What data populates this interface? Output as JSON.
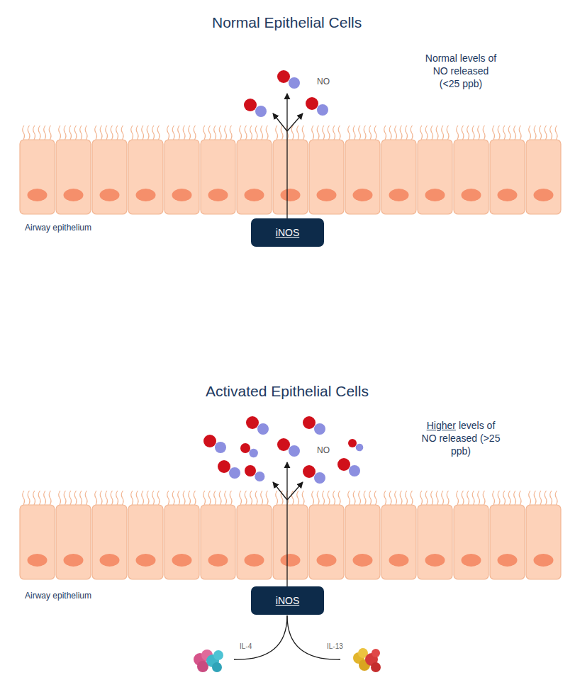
{
  "diagram": {
    "nodes": [
      {
        "text": [
          "iNOS"
        ]
      },
      {
        "text": [
          "iNOS"
        ]
      }
    ],
    "labels": [
      "Normal Epithelial Cells",
      "NO",
      "Normal levels of NO released (<25 ppb)",
      "Airway epithelium",
      "Activated Epithelial Cells",
      "NO",
      "Higher",
      "levels of NO released (>25 ppb)",
      "Airway epithelium",
      "IL-4",
      "IL-13"
    ]
  }
}
